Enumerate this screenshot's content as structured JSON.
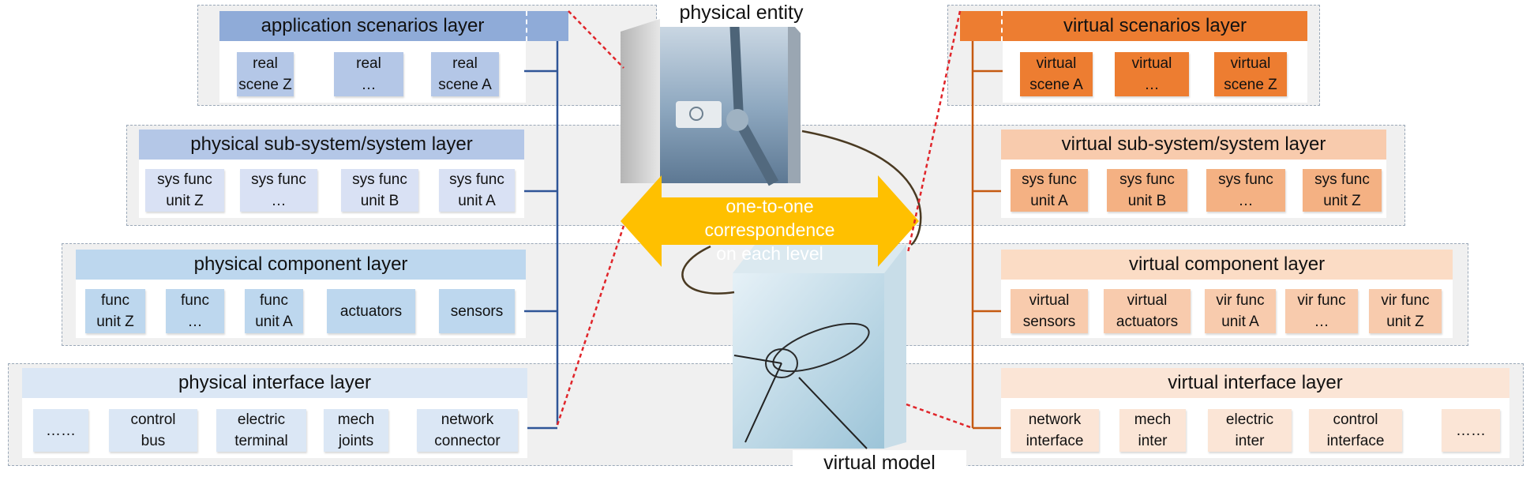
{
  "physical_entity_label": "physical entity",
  "virtual_model_label": "virtual model",
  "correspondence": {
    "line1": "one-to-one correspondence",
    "line2": "on each level"
  },
  "colors": {
    "phys_title": "#8fabd8",
    "phys_unit": "#b4c7e7",
    "virt_title": "#ed7d31",
    "virt_peach": "#f4b183",
    "arrow": "#ffc000",
    "phys_line": "#2f5597",
    "virt_line": "#c55a11",
    "dash_red": "#e0252a"
  },
  "physical": {
    "scenarios": {
      "title": "application scenarios layer",
      "units": [
        "real\nscene Z",
        "real\n…",
        "real\nscene A"
      ]
    },
    "subsystem": {
      "title": "physical sub-system/system layer",
      "units": [
        "sys func\nunit Z",
        "sys func\n…",
        "sys func\nunit B",
        "sys func\nunit A"
      ]
    },
    "component": {
      "title": "physical component layer",
      "units": [
        "func\nunit Z",
        "func\n…",
        "func\nunit A",
        "actuators",
        "sensors"
      ]
    },
    "interface": {
      "title": "physical interface layer",
      "units": [
        "……",
        "control\nbus",
        "electric\nterminal",
        "mech\njoints",
        "network\nconnector"
      ]
    }
  },
  "virtual": {
    "scenarios": {
      "title": "virtual scenarios layer",
      "units": [
        "virtual\nscene A",
        "virtual\n…",
        "virtual\nscene Z"
      ]
    },
    "subsystem": {
      "title": "virtual sub-system/system layer",
      "units": [
        "sys func\nunit A",
        "sys func\nunit B",
        "sys func\n…",
        "sys func\nunit Z"
      ]
    },
    "component": {
      "title": "virtual component layer",
      "units": [
        "virtual\nsensors",
        "virtual\nactuators",
        "vir func\nunit A",
        "vir func\n…",
        "vir func\nunit Z"
      ]
    },
    "interface": {
      "title": "virtual interface layer",
      "units": [
        "network\ninterface",
        "mech\ninter",
        "electric\ninter",
        "control\ninterface",
        "……"
      ]
    }
  }
}
